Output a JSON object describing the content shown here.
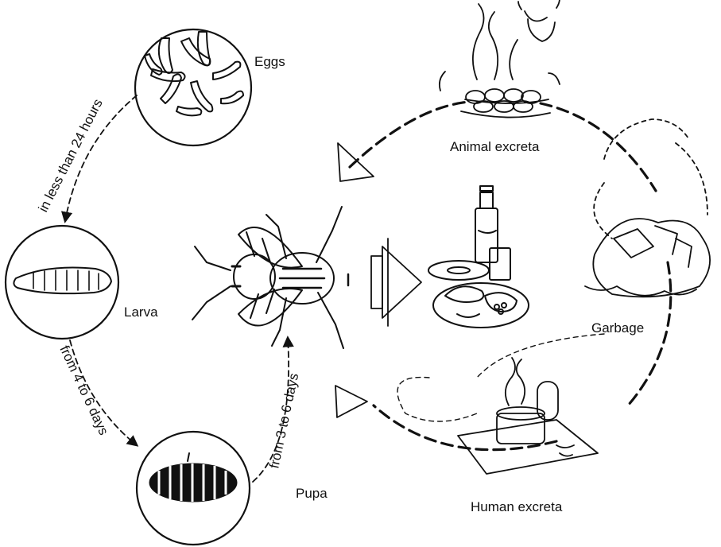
{
  "labels": {
    "eggs": "Eggs",
    "larva": "Larva",
    "pupa": "Pupa",
    "animal_excreta": "Animal excreta",
    "garbage": "Garbage",
    "human_excreta": "Human excreta"
  },
  "durations": {
    "eggs_to_larva": "in less than 24 hours",
    "larva_to_pupa": "from 4 to 6 days",
    "pupa_to_fly": "from 3 to 6 days"
  }
}
